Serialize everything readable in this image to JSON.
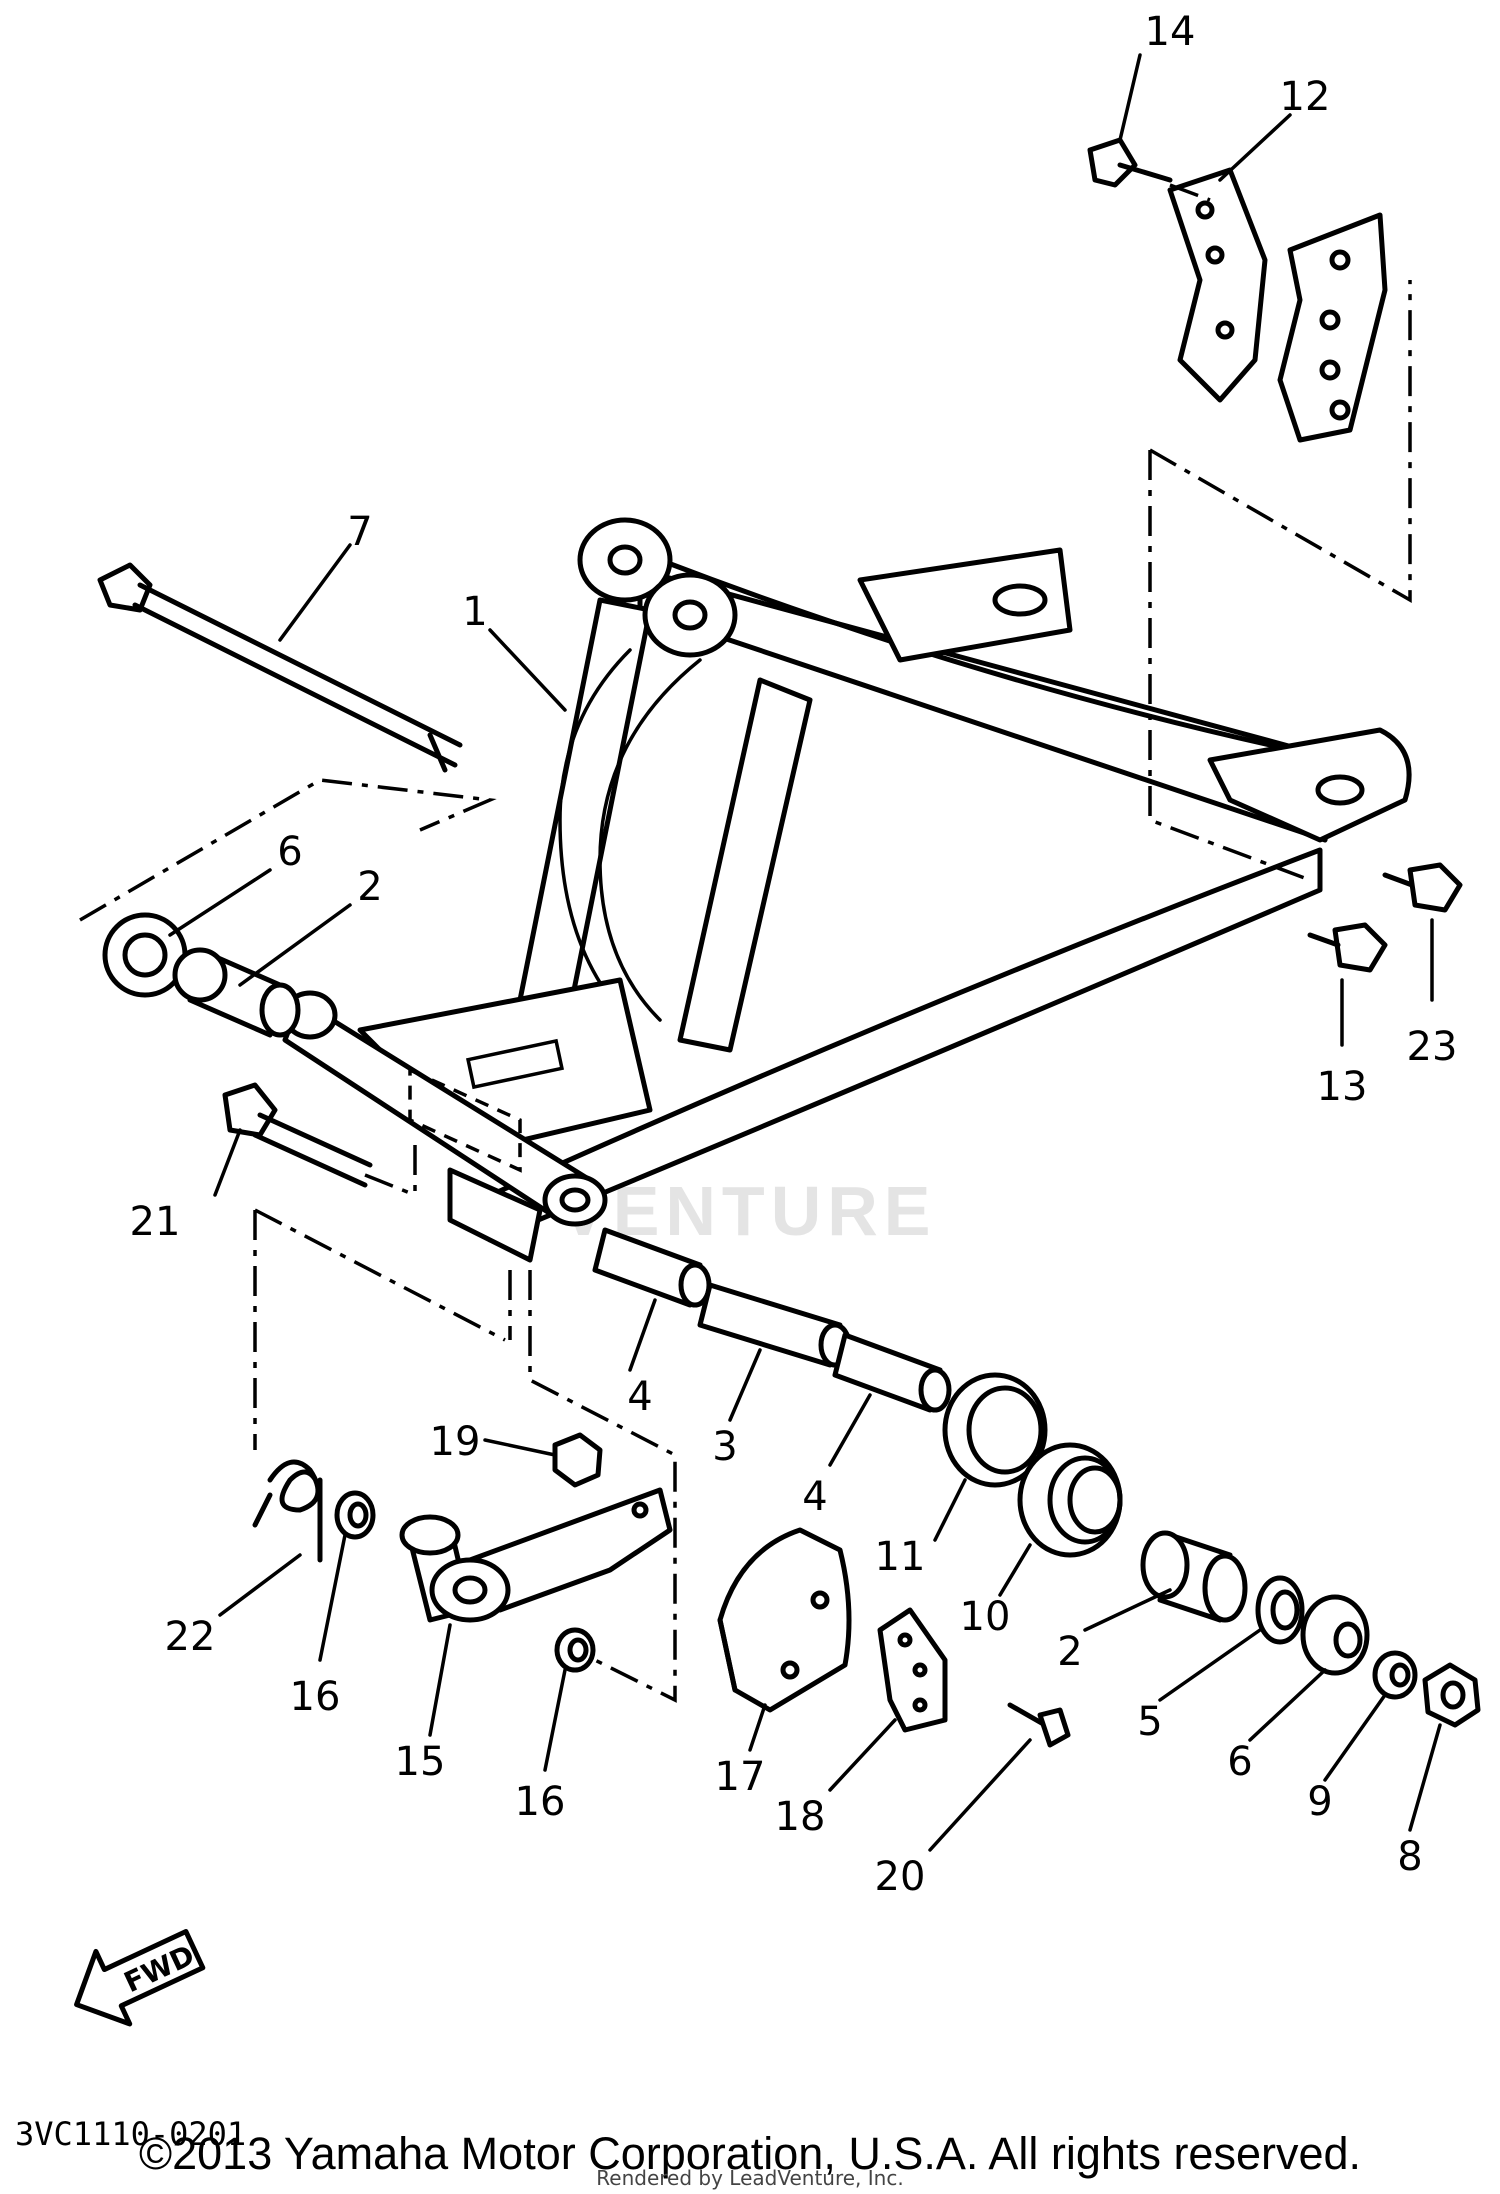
{
  "diagram": {
    "part_numbers": [
      "1",
      "2",
      "3",
      "4",
      "5",
      "6",
      "7",
      "8",
      "9",
      "10",
      "11",
      "12",
      "13",
      "14",
      "15",
      "16",
      "17",
      "18",
      "19",
      "20",
      "21",
      "22",
      "23"
    ],
    "labels": {
      "p1": "1",
      "p2a": "2",
      "p2b": "2",
      "p3": "3",
      "p4a": "4",
      "p4b": "4",
      "p5": "5",
      "p6a": "6",
      "p6b": "6",
      "p7": "7",
      "p8": "8",
      "p9": "9",
      "p10": "10",
      "p11": "11",
      "p12": "12",
      "p13": "13",
      "p14": "14",
      "p15": "15",
      "p16a": "16",
      "p16b": "16",
      "p17": "17",
      "p18": "18",
      "p19": "19",
      "p20": "20",
      "p21": "21",
      "p22": "22",
      "p23": "23"
    },
    "fwd_label": "FWD",
    "watermark": "VENTURE",
    "diagram_code": "3VC1110-0201",
    "copyright": "©2013 Yamaha Motor Corporation, U.S.A. All rights reserved.",
    "rendered_by": "Rendered by LeadVenture, Inc."
  }
}
